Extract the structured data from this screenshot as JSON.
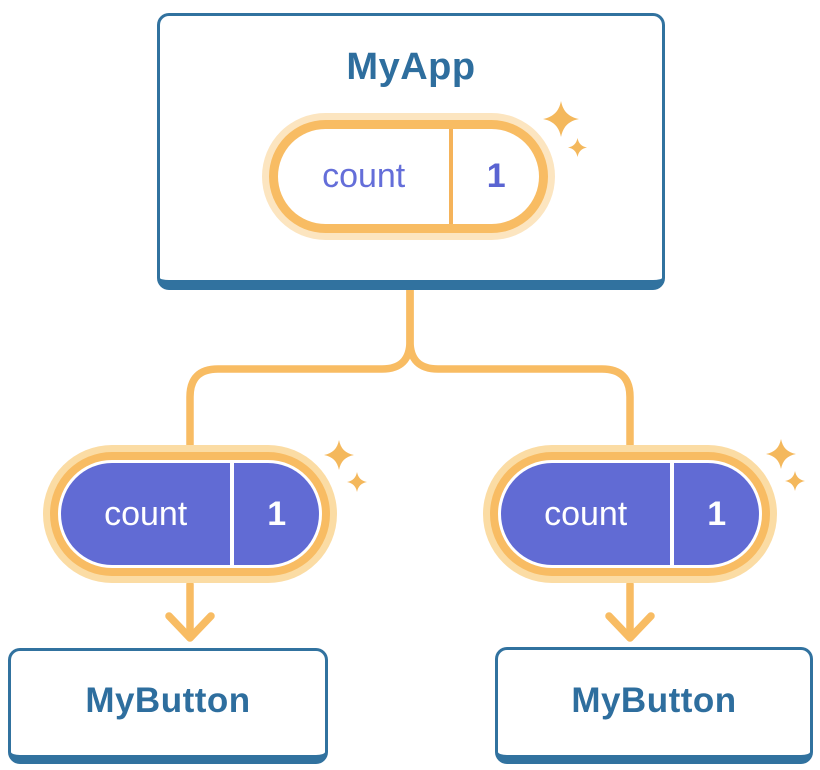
{
  "diagram": {
    "type": "react-component-tree",
    "root": {
      "title": "MyApp",
      "state_pill": {
        "label": "count",
        "value": "1"
      }
    },
    "children": [
      {
        "title": "MyButton",
        "pill": {
          "label": "count",
          "value": "1"
        }
      },
      {
        "title": "MyButton",
        "pill": {
          "label": "count",
          "value": "1"
        }
      }
    ],
    "colors": {
      "card_border_blue": "#31729F",
      "title_text_blue": "#2E6E9E",
      "connector_orange": "#F8BC63",
      "pill_ring_orange": "#F8BC63",
      "pill_glow_light_orange": "#FBDCA4",
      "pill_fill_purple": "#616BD4",
      "pill_text_purple": "#646ED9",
      "pill_text_white": "#FFFFFF",
      "sparkle_orange": "#F4B85C"
    },
    "icons": [
      "sparkle-icon"
    ]
  }
}
